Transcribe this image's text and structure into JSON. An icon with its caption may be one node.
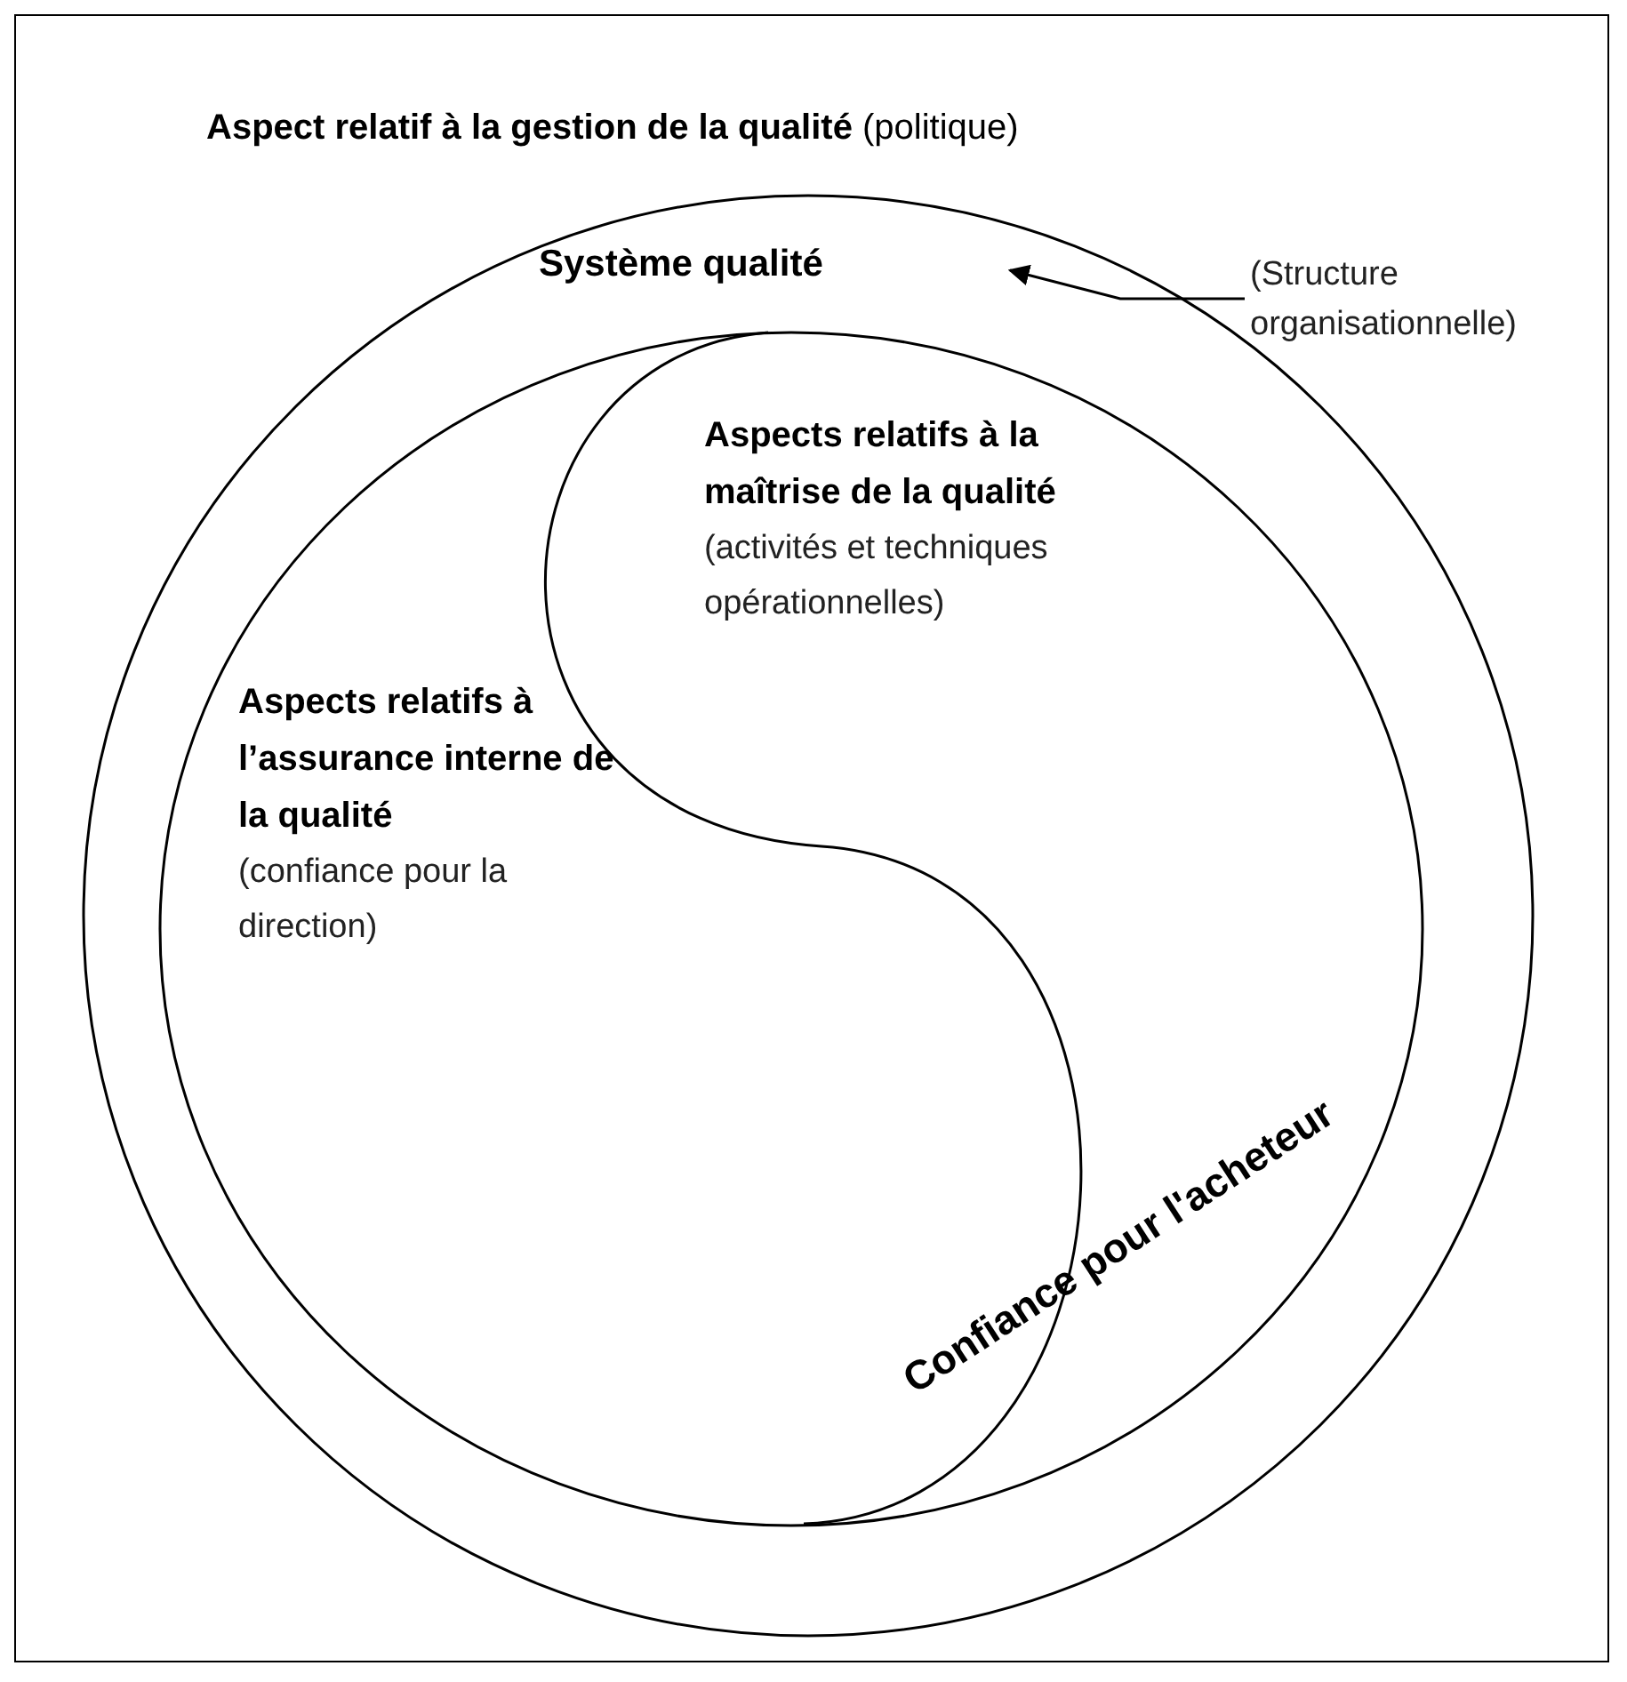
{
  "diagram": {
    "nodes": [
      {
        "text": [
          "**Aspect relatif à la gestion de la qualité** (politique)"
        ]
      },
      {
        "text": [
          "Système qualité"
        ],
        "in": 0
      },
      {
        "text": [
          "Confiance pour l'acheteur"
        ],
        "in": 1
      },
      {
        "text": [
          "Aspects relatifs à la maîtrise de la qualité",
          "(activités et techniques opérationnelles)"
        ],
        "in": 2
      },
      {
        "text": [
          "Aspects relatifs à l’assurance interne de la qualité",
          "(confiance pour la direction)"
        ],
        "in": 2
      },
      {
        "text": [
          "(Structure organisationnelle)"
        ],
        "in": 0
      }
    ],
    "edges": [
      {
        "from": 5,
        "to": 1,
        "arrow": "to"
      }
    ]
  }
}
